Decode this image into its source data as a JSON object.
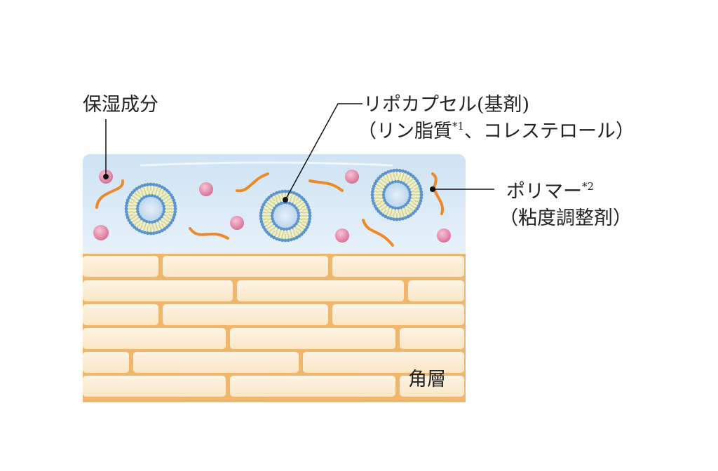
{
  "labels": {
    "moisturizer": "保湿成分",
    "lipocapsule_line1": "リポカプセル(基剤)",
    "lipocapsule_line2_a": "（リン脂質",
    "lipocapsule_line2_sup": "*1",
    "lipocapsule_line2_b": "、コレステロール）",
    "polymer": "ポリマー",
    "polymer_sup": "*2",
    "polymer_line2": "（粘度調整剤）",
    "stratum_corneum": "角層"
  },
  "colors": {
    "gel": "#d3e6f4",
    "brick_mortar": "#f0b66c",
    "brick": "#fcefd8",
    "moisturizer": "#e07fa0",
    "polymer": "#ec8a2a",
    "lipid_head": "#5b93cc",
    "lipid_tail": "#d9d27a"
  }
}
